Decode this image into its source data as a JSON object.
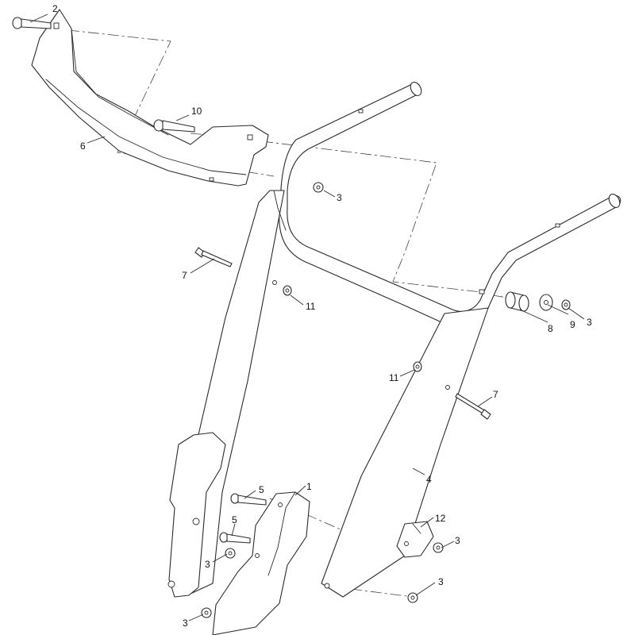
{
  "callouts": {
    "c1": "1",
    "c2": "2",
    "c3a": "3",
    "c3b": "3",
    "c3c": "3",
    "c3d": "3",
    "c3e": "3",
    "c3f": "3",
    "c4": "4",
    "c5a": "5",
    "c5b": "5",
    "c6": "6",
    "c7a": "7",
    "c7b": "7",
    "c8": "8",
    "c9": "9",
    "c10": "10",
    "c11a": "11",
    "c11b": "11",
    "c12": "12"
  },
  "colors": {
    "line": "#2a2a2a",
    "background": "#ffffff"
  }
}
